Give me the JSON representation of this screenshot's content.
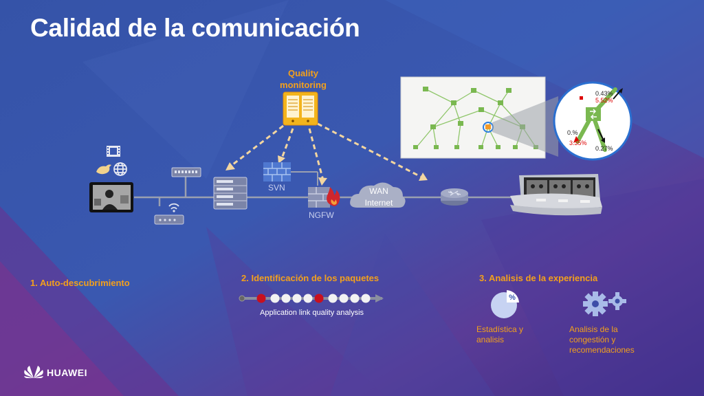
{
  "title": "Calidad de la comunicación",
  "quality_monitoring": "Quality\nmonitoring",
  "labels": {
    "svn": "SVN",
    "ngfw": "NGFW",
    "wan": "WAN",
    "internet": "Internet"
  },
  "topology_panel": {
    "pct_top": "0.43%",
    "pct_red": "5.52%",
    "pct_left": "0.%",
    "pct_red2": "3.35%",
    "pct_bottom": "0.27%"
  },
  "steps": {
    "step1": "1. Auto-descubrimiento",
    "step2": "2. Identificación de los paquetes",
    "step2_caption": "Application link quality analysis",
    "step3": "3. Analisis de la experiencia",
    "step3_item1": "Estadística y analisis",
    "step3_item2": "Analisis de la congestión y recomendaciones"
  },
  "brand": "HUAWEI",
  "colors": {
    "accent": "#f3a01c",
    "packet_red": "#c8101e",
    "line_gray": "#9aa0b0"
  }
}
